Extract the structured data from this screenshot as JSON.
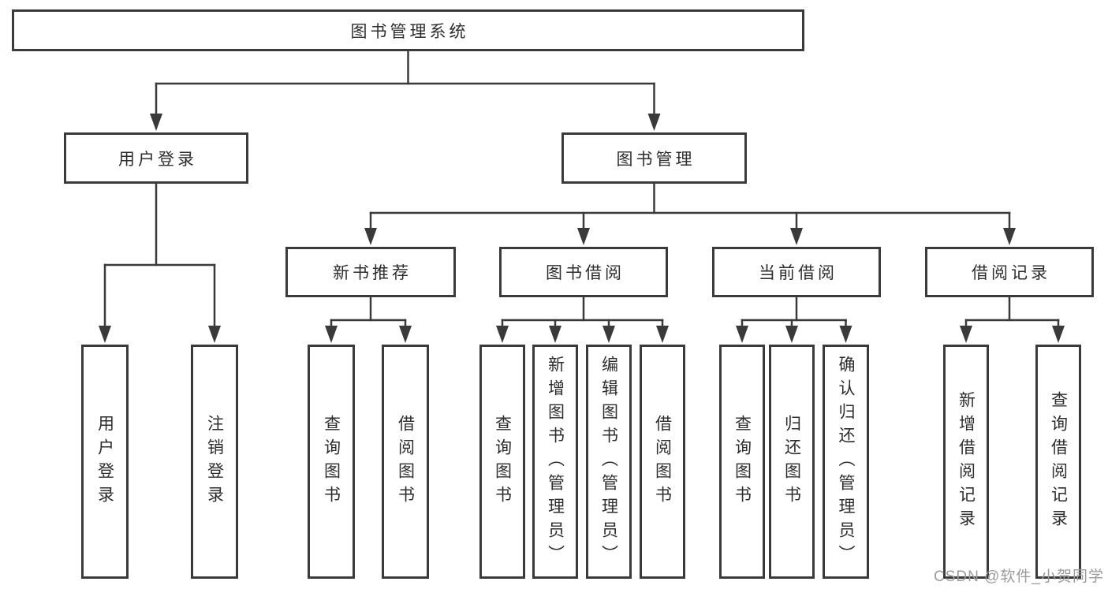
{
  "diagram": {
    "type": "hierarchy-tree",
    "title": "图书管理系统",
    "colors": {
      "line": "#3a3a3a",
      "box_border": "#3a3a3a",
      "box_fill": "#ffffff",
      "text": "#2d2d2d",
      "background": "#ffffff",
      "watermark": "#9b9b9b"
    },
    "nodes": [
      {
        "id": "root",
        "label": "图书管理系统",
        "orient": "h",
        "level": 1
      },
      {
        "id": "login",
        "label": "用户登录",
        "orient": "h",
        "level": 2
      },
      {
        "id": "bookmgmt",
        "label": "图书管理",
        "orient": "h",
        "level": 2
      },
      {
        "id": "newrec",
        "label": "新书推荐",
        "orient": "h",
        "level": 3
      },
      {
        "id": "borrow",
        "label": "图书借阅",
        "orient": "h",
        "level": 3
      },
      {
        "id": "current",
        "label": "当前借阅",
        "orient": "h",
        "level": 3
      },
      {
        "id": "records",
        "label": "借阅记录",
        "orient": "h",
        "level": 3
      },
      {
        "id": "leaf-login",
        "label": "用户登录",
        "orient": "v",
        "level": 4
      },
      {
        "id": "leaf-logout",
        "label": "注销登录",
        "orient": "v",
        "level": 4
      },
      {
        "id": "leaf-newrec-query",
        "label": "查询图书",
        "orient": "v",
        "level": 4
      },
      {
        "id": "leaf-newrec-borrow",
        "label": "借阅图书",
        "orient": "v",
        "level": 4
      },
      {
        "id": "leaf-borrow-query",
        "label": "查询图书",
        "orient": "v",
        "level": 4
      },
      {
        "id": "leaf-borrow-add",
        "label": "新增图书（管理员）",
        "orient": "v",
        "level": 4
      },
      {
        "id": "leaf-borrow-edit",
        "label": "编辑图书（管理员）",
        "orient": "v",
        "level": 4
      },
      {
        "id": "leaf-borrow-borrow",
        "label": "借阅图书",
        "orient": "v",
        "level": 4
      },
      {
        "id": "leaf-current-query",
        "label": "查询图书",
        "orient": "v",
        "level": 4
      },
      {
        "id": "leaf-current-return",
        "label": "归还图书",
        "orient": "v",
        "level": 4
      },
      {
        "id": "leaf-current-confirm",
        "label": "确认归还（管理员）",
        "orient": "v",
        "level": 4
      },
      {
        "id": "leaf-records-add",
        "label": "新增借阅记录",
        "orient": "v",
        "level": 4
      },
      {
        "id": "leaf-records-query",
        "label": "查询借阅记录",
        "orient": "v",
        "level": 4
      }
    ],
    "edges": [
      {
        "parent": "root",
        "children": [
          "login",
          "bookmgmt"
        ]
      },
      {
        "parent": "login",
        "children": [
          "leaf-login",
          "leaf-logout"
        ]
      },
      {
        "parent": "bookmgmt",
        "children": [
          "newrec",
          "borrow",
          "current",
          "records"
        ]
      },
      {
        "parent": "newrec",
        "children": [
          "leaf-newrec-query",
          "leaf-newrec-borrow"
        ]
      },
      {
        "parent": "borrow",
        "children": [
          "leaf-borrow-query",
          "leaf-borrow-add",
          "leaf-borrow-edit",
          "leaf-borrow-borrow"
        ]
      },
      {
        "parent": "current",
        "children": [
          "leaf-current-query",
          "leaf-current-return",
          "leaf-current-confirm"
        ]
      },
      {
        "parent": "records",
        "children": [
          "leaf-records-add",
          "leaf-records-query"
        ]
      }
    ]
  },
  "watermark": {
    "text": "CSDN @软件_小贺同学"
  }
}
